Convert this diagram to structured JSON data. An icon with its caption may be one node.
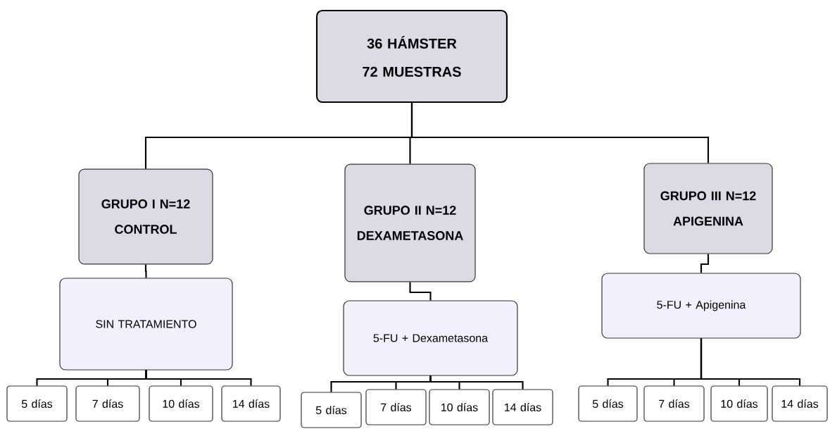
{
  "diagram": {
    "nodes": [
      {
        "text": [
          "36 HÁMSTER 72 MUESTRAS"
        ]
      },
      {
        "text": [
          "GRUPO I N=12 CONTROL"
        ]
      },
      {
        "text": [
          "GRUPO II N=12 DEXAMETASONA"
        ]
      },
      {
        "text": [
          "GRUPO III N=12 APIGENINA"
        ]
      },
      {
        "text": [
          "SIN TRATAMIENTO"
        ]
      },
      {
        "text": [
          "5-FU + Dexametasona"
        ]
      },
      {
        "text": [
          "5-FU + Apigenina"
        ]
      },
      {
        "text": [
          "5 días"
        ]
      },
      {
        "text": [
          "7 días"
        ]
      },
      {
        "text": [
          "10 días"
        ]
      },
      {
        "text": [
          "14 días"
        ]
      },
      {
        "text": [
          "5 días"
        ]
      },
      {
        "text": [
          "7 días"
        ]
      },
      {
        "text": [
          "10 días"
        ]
      },
      {
        "text": [
          "14 días"
        ]
      },
      {
        "text": [
          "5 días"
        ]
      },
      {
        "text": [
          "7 días"
        ]
      },
      {
        "text": [
          "10 días"
        ]
      },
      {
        "text": [
          "14 días"
        ]
      }
    ],
    "edges": [
      {
        "from": 0,
        "to": 1,
        "arrow": "none"
      },
      {
        "from": 0,
        "to": 2,
        "arrow": "none"
      },
      {
        "from": 0,
        "to": 3,
        "arrow": "none"
      },
      {
        "from": 1,
        "to": 4,
        "arrow": "none"
      },
      {
        "from": 2,
        "to": 5,
        "arrow": "none"
      },
      {
        "from": 3,
        "to": 6,
        "arrow": "none"
      },
      {
        "from": 4,
        "to": 7,
        "arrow": "none"
      },
      {
        "from": 4,
        "to": 8,
        "arrow": "none"
      },
      {
        "from": 4,
        "to": 9,
        "arrow": "none"
      },
      {
        "from": 4,
        "to": 10,
        "arrow": "none"
      },
      {
        "from": 5,
        "to": 11,
        "arrow": "none"
      },
      {
        "from": 5,
        "to": 12,
        "arrow": "none"
      },
      {
        "from": 5,
        "to": 13,
        "arrow": "none"
      },
      {
        "from": 5,
        "to": 14,
        "arrow": "none"
      },
      {
        "from": 6,
        "to": 15,
        "arrow": "none"
      },
      {
        "from": 6,
        "to": 16,
        "arrow": "none"
      },
      {
        "from": 6,
        "to": 17,
        "arrow": "none"
      },
      {
        "from": 6,
        "to": 18,
        "arrow": "none"
      }
    ]
  }
}
